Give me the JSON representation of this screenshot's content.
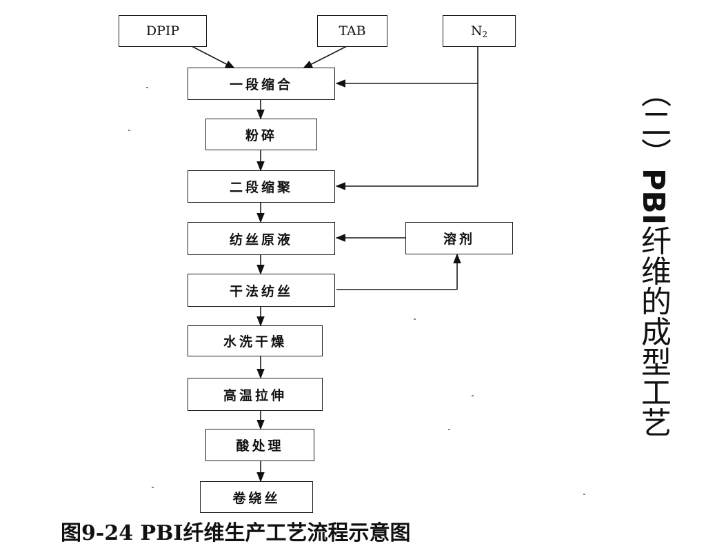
{
  "diagram": {
    "inputs": {
      "dpip": "DPIP",
      "tab": "TAB",
      "n2": "N",
      "n2_sub": "2"
    },
    "steps": [
      "一段缩合",
      "粉碎",
      "二段缩聚",
      "纺丝原液",
      "干法纺丝",
      "水洗干燥",
      "高温拉伸",
      "酸处理",
      "卷绕丝"
    ],
    "solvent": "溶剂"
  },
  "side_title": {
    "prefix": "（二）",
    "emphasis": "PBI",
    "rest": "纤维的成型工艺"
  },
  "caption": {
    "text": "图9-24  PBI纤维生产工艺流程示意图"
  },
  "colors": {
    "ink": "#111111",
    "background": "#ffffff"
  }
}
